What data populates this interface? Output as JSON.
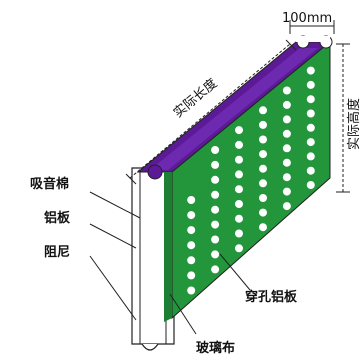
{
  "dimensions": {
    "width_label": "100mm",
    "length_label": "实际长度",
    "height_label": "实际高度"
  },
  "labels": {
    "sound_absorbing_cotton": "吸音棉",
    "aluminum_plate": "铝板",
    "damping": "阻尼",
    "perforated_aluminum_plate": "穿孔铝板",
    "glass_cloth": "玻璃布"
  },
  "colors": {
    "panel_green": "#23963c",
    "panel_green_dark": "#1c7f33",
    "top_purple": "#5c1a96",
    "top_purple_light": "#6d2ab0",
    "core_white": "#ffffff",
    "hole_white": "#ffffff",
    "outline": "#222222"
  }
}
